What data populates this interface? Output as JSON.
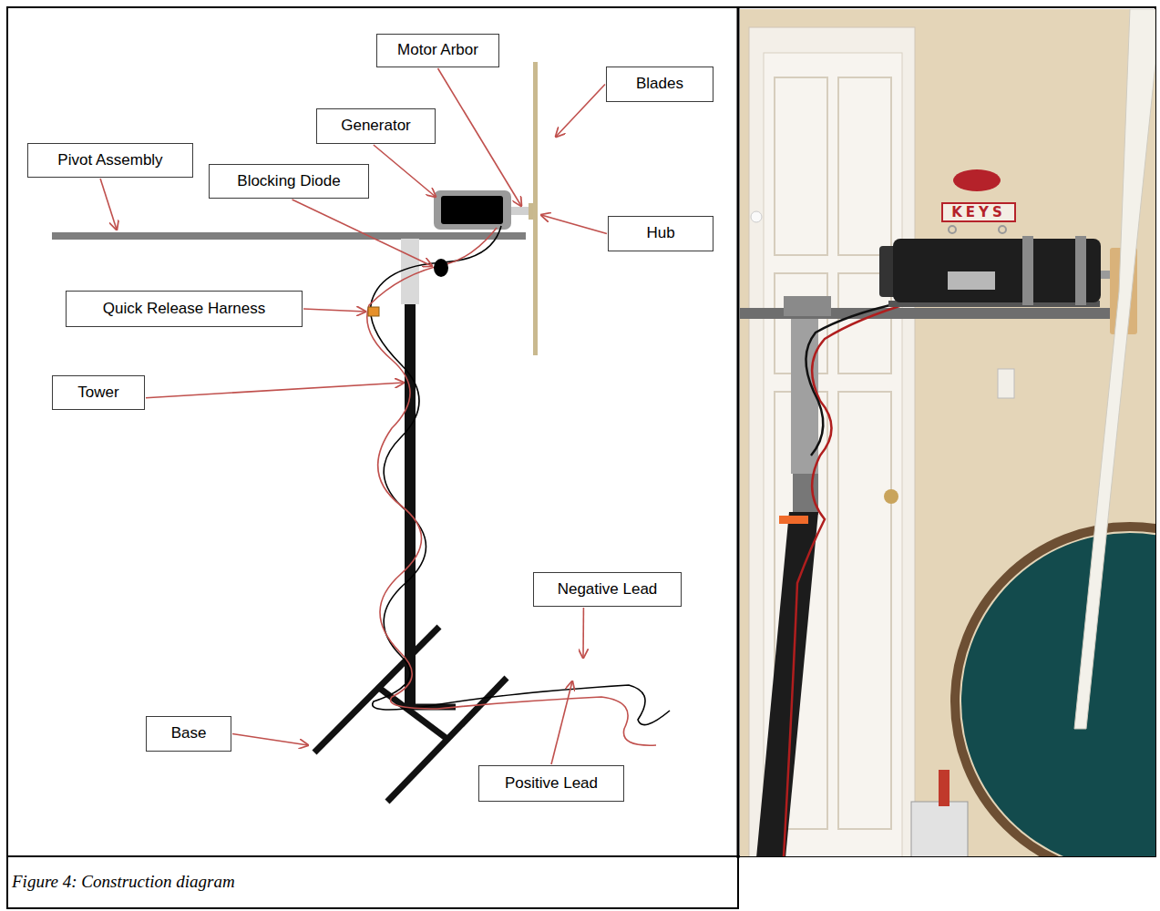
{
  "diagram": {
    "caption": "Figure 4: Construction diagram",
    "nodes": [
      {
        "text": [
          "Motor Arbor"
        ]
      },
      {
        "text": [
          "Blades"
        ]
      },
      {
        "text": [
          "Generator"
        ]
      },
      {
        "text": [
          "Pivot Assembly"
        ]
      },
      {
        "text": [
          "Blocking Diode"
        ]
      },
      {
        "text": [
          "Hub"
        ]
      },
      {
        "text": [
          "Quick Release Harness"
        ]
      },
      {
        "text": [
          "Tower"
        ]
      },
      {
        "text": [
          "Negative Lead"
        ]
      },
      {
        "text": [
          "Base"
        ]
      },
      {
        "text": [
          "Positive Lead"
        ]
      }
    ],
    "labels": [
      "KEYS"
    ]
  }
}
